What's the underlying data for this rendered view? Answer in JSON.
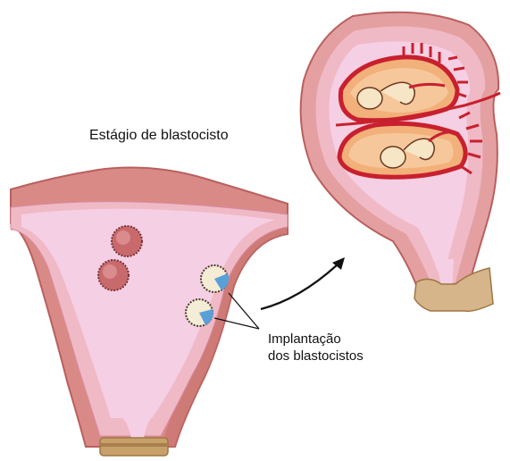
{
  "labels": {
    "stage": "Estágio de blastocisto",
    "implantation_line1": "Implantação",
    "implantation_line2": "dos blastocistos"
  },
  "colors": {
    "uterine_wall": "#d98a86",
    "wall_dark": "#b8605e",
    "endometrium": "#f0b9c6",
    "cavity": "#f5cfe3",
    "placenta_red": "#c8202e",
    "blastocyst": "#c86a6c",
    "implant_blue": "#5aa0d8",
    "cervix": "#c8a06a"
  }
}
